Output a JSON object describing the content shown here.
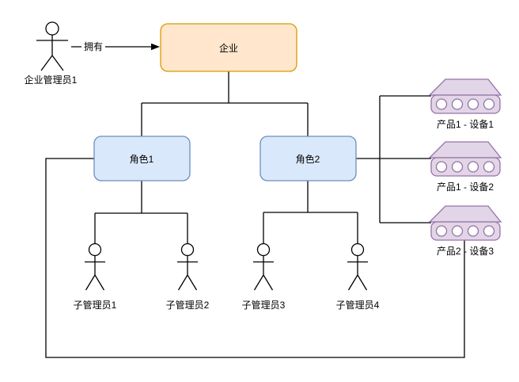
{
  "diagram": {
    "admin_actor": {
      "label": "企业管理员1"
    },
    "owns_edge": {
      "label": "拥有"
    },
    "enterprise": {
      "label": "企业"
    },
    "roles": [
      {
        "label": "角色1"
      },
      {
        "label": "角色2"
      }
    ],
    "sub_admins": [
      {
        "label": "子管理员1"
      },
      {
        "label": "子管理员2"
      },
      {
        "label": "子管理员3"
      },
      {
        "label": "子管理员4"
      }
    ],
    "devices": [
      {
        "label": "产品1 - 设备1"
      },
      {
        "label": "产品1 - 设备2"
      },
      {
        "label": "产品2 - 设备3"
      }
    ],
    "colors": {
      "enterprise_fill": "#ffe6cc",
      "enterprise_stroke": "#d79b00",
      "role_fill": "#dae8fc",
      "role_stroke": "#6c8ebf",
      "device_fill": "#e1d5e7",
      "device_stroke": "#9673a6",
      "device_port_fill": "#ffffff",
      "line": "#000000",
      "background": "#ffffff"
    }
  }
}
